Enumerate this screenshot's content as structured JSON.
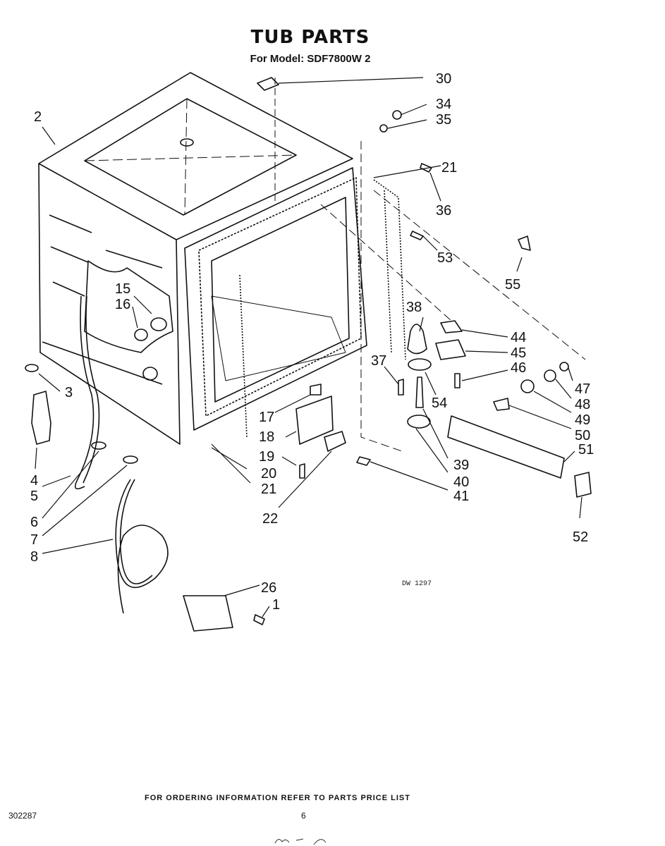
{
  "header": {
    "title": "TUB PARTS",
    "subtitle": "For Model: SDF7800W 2"
  },
  "diagram": {
    "code": "DW 1297",
    "callouts": [
      "30",
      "34",
      "35",
      "2",
      "21",
      "36",
      "53",
      "55",
      "15",
      "16",
      "38",
      "44",
      "45",
      "3",
      "37",
      "46",
      "47",
      "48",
      "17",
      "54",
      "49",
      "18",
      "50",
      "51",
      "19",
      "39",
      "20",
      "40",
      "4",
      "21",
      "41",
      "5",
      "22",
      "6",
      "52",
      "7",
      "8",
      "26",
      "1"
    ]
  },
  "footer": {
    "ordering_note": "FOR ORDERING INFORMATION REFER TO PARTS PRICE LIST",
    "doc_number": "302287",
    "page_number": "6"
  }
}
